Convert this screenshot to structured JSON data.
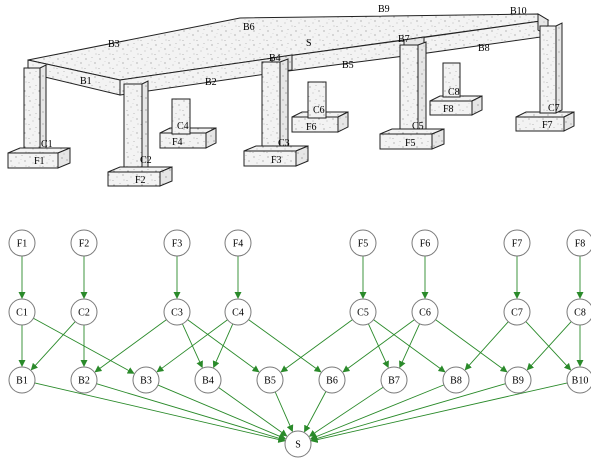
{
  "structure": {
    "labels": {
      "slab": "S",
      "beams": [
        "B1",
        "B2",
        "B3",
        "B4",
        "B5",
        "B6",
        "B7",
        "B8",
        "B9",
        "B10"
      ],
      "columns": [
        "C1",
        "C2",
        "C3",
        "C4",
        "C5",
        "C6",
        "C7",
        "C8"
      ],
      "footings": [
        "F1",
        "F2",
        "F3",
        "F4",
        "F5",
        "F6",
        "F7",
        "F8"
      ]
    }
  },
  "graph": {
    "footings": [
      "F1",
      "F2",
      "F3",
      "F4",
      "F5",
      "F6",
      "F7",
      "F8"
    ],
    "columns": [
      "C1",
      "C2",
      "C3",
      "C4",
      "C5",
      "C6",
      "C7",
      "C8"
    ],
    "beams": [
      "B1",
      "B2",
      "B3",
      "B4",
      "B5",
      "B6",
      "B7",
      "B8",
      "B9",
      "B10"
    ],
    "slab": "S",
    "edges": [
      [
        "F1",
        "C1"
      ],
      [
        "F2",
        "C2"
      ],
      [
        "F3",
        "C3"
      ],
      [
        "F4",
        "C4"
      ],
      [
        "F5",
        "C5"
      ],
      [
        "F6",
        "C6"
      ],
      [
        "F7",
        "C7"
      ],
      [
        "F8",
        "C8"
      ],
      [
        "C1",
        "B1"
      ],
      [
        "C1",
        "B3"
      ],
      [
        "C2",
        "B1"
      ],
      [
        "C2",
        "B2"
      ],
      [
        "C3",
        "B2"
      ],
      [
        "C3",
        "B4"
      ],
      [
        "C3",
        "B5"
      ],
      [
        "C4",
        "B3"
      ],
      [
        "C4",
        "B4"
      ],
      [
        "C4",
        "B6"
      ],
      [
        "C5",
        "B5"
      ],
      [
        "C5",
        "B7"
      ],
      [
        "C5",
        "B8"
      ],
      [
        "C6",
        "B6"
      ],
      [
        "C6",
        "B7"
      ],
      [
        "C6",
        "B9"
      ],
      [
        "C7",
        "B8"
      ],
      [
        "C7",
        "B10"
      ],
      [
        "C8",
        "B9"
      ],
      [
        "C8",
        "B10"
      ],
      [
        "B1",
        "S"
      ],
      [
        "B2",
        "S"
      ],
      [
        "B3",
        "S"
      ],
      [
        "B4",
        "S"
      ],
      [
        "B5",
        "S"
      ],
      [
        "B6",
        "S"
      ],
      [
        "B7",
        "S"
      ],
      [
        "B8",
        "S"
      ],
      [
        "B9",
        "S"
      ],
      [
        "B10",
        "S"
      ]
    ],
    "colors": {
      "edge": "#2a8a2a",
      "node_stroke": "#7a7a7a",
      "node_fill": "#ffffff"
    }
  }
}
